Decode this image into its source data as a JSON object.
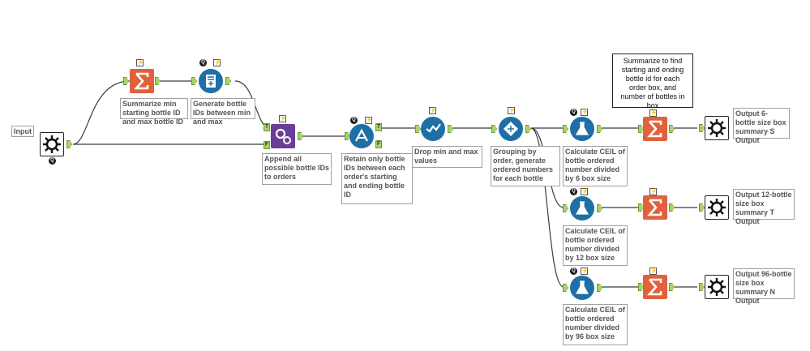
{
  "colors": {
    "macro_bg": "#ffffff",
    "summarize": "#e0613c",
    "blue_tool": "#1e6fa5",
    "append": "#6b3d96",
    "connector": "#a8d26a"
  },
  "icons": {
    "macro": "gear-arrows-icon",
    "summarize": "sigma-icon",
    "generate_rows": "generate-rows-icon",
    "append": "append-gears-icon",
    "filter": "filter-icon",
    "select": "select-checkmark-icon",
    "tile": "tile-diamond-icon",
    "formula": "formula-flask-icon",
    "bolt": "lightning-bolt-icon",
    "q_badge": "q-badge-icon"
  },
  "connector_labels": {
    "t": "T",
    "f": "F",
    "q": "Q"
  },
  "bolt_glyph": "⚡",
  "input": {
    "label": "Input"
  },
  "tools": {
    "summarize_min": "Summarize min starting bottle ID and max bottle ID",
    "generate": "Generate bottle IDs between min and max",
    "append": "Append all possible bottle IDs to orders",
    "filter": "Retain only bottle IDs between each order's starting and ending bottle ID",
    "drop": "Drop min and max values",
    "tile": "Grouping by order, generate ordered numbers for each bottle",
    "calc6": "Calculate CEIL of bottle ordered number divided by 6 box size",
    "calc12": "Calculate CEIL of bottle ordered number divided by 12 box size",
    "calc96": "Calculate CEIL of bottle ordered number divided by 96 box size",
    "out6": "Output 6-bottle size box summary S Output",
    "out12": "Output 12-bottle size box summary T Output",
    "out96": "Output 96-bottle size box summary N Output"
  },
  "comment": {
    "text": "Summarize to find starting and ending bottle id for each order box, and number of bottles in box"
  }
}
